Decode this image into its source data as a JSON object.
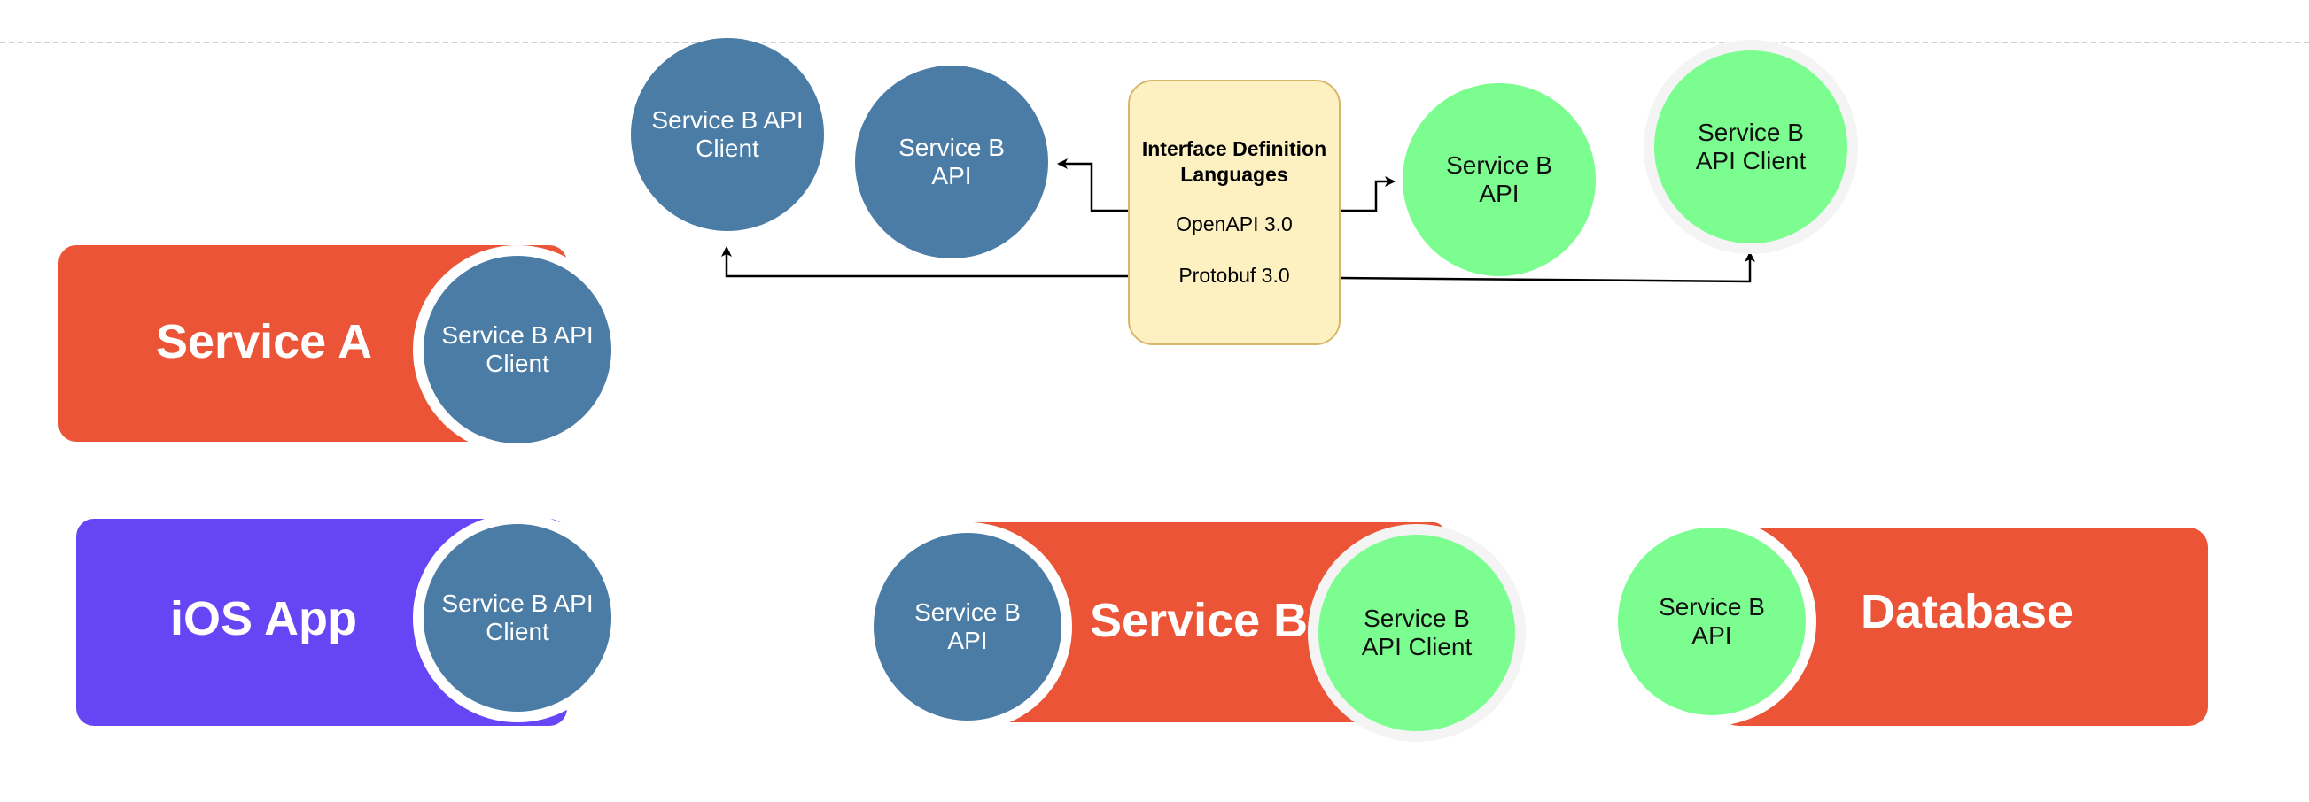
{
  "idl": {
    "title_line1": "Interface Definition",
    "title_line2": "Languages",
    "item1": "OpenAPI 3.0",
    "item2": "Protobuf 3.0"
  },
  "top": {
    "client_left": {
      "line1": "Service B API",
      "line2": "Client"
    },
    "api_left": {
      "line1": "Service B",
      "line2": "API"
    },
    "api_right": {
      "line1": "Service B",
      "line2": "API"
    },
    "client_right": {
      "line1": "Service B",
      "line2": "API Client"
    }
  },
  "service_a": {
    "label": "Service A",
    "client": {
      "line1": "Service B API",
      "line2": "Client"
    }
  },
  "ios_app": {
    "label": "iOS App",
    "client": {
      "line1": "Service B API",
      "line2": "Client"
    }
  },
  "service_b": {
    "label": "Service B",
    "api": {
      "line1": "Service B",
      "line2": "API"
    },
    "client": {
      "line1": "Service B",
      "line2": "API Client"
    }
  },
  "database": {
    "label": "Database",
    "api": {
      "line1": "Service B",
      "line2": "API"
    }
  },
  "colors": {
    "service_pill": "#eb5436",
    "ios_pill": "#6645f5",
    "blue_circle": "#4a7ca6",
    "green_circle": "#7bfd8f",
    "idl_fill": "#fdf1c2",
    "idl_border": "#d8b76a"
  }
}
